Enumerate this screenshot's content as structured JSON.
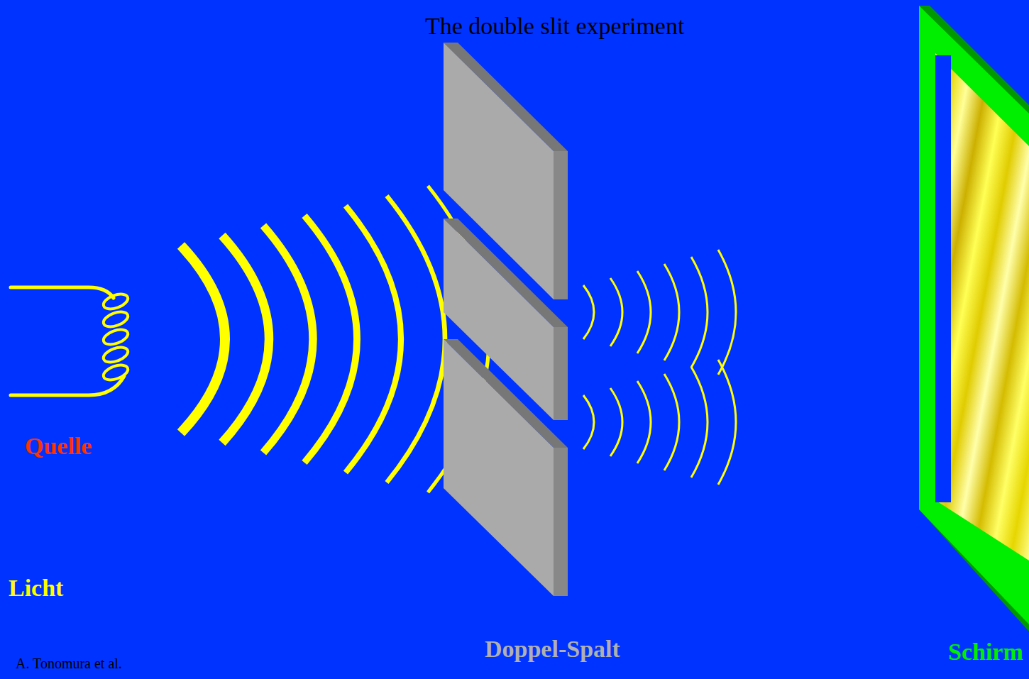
{
  "diagram": {
    "title": "The double slit experiment",
    "labels": [
      "Quelle",
      "Licht",
      "Doppel-Spalt",
      "Schirm",
      "A. Tonomura et al."
    ]
  }
}
